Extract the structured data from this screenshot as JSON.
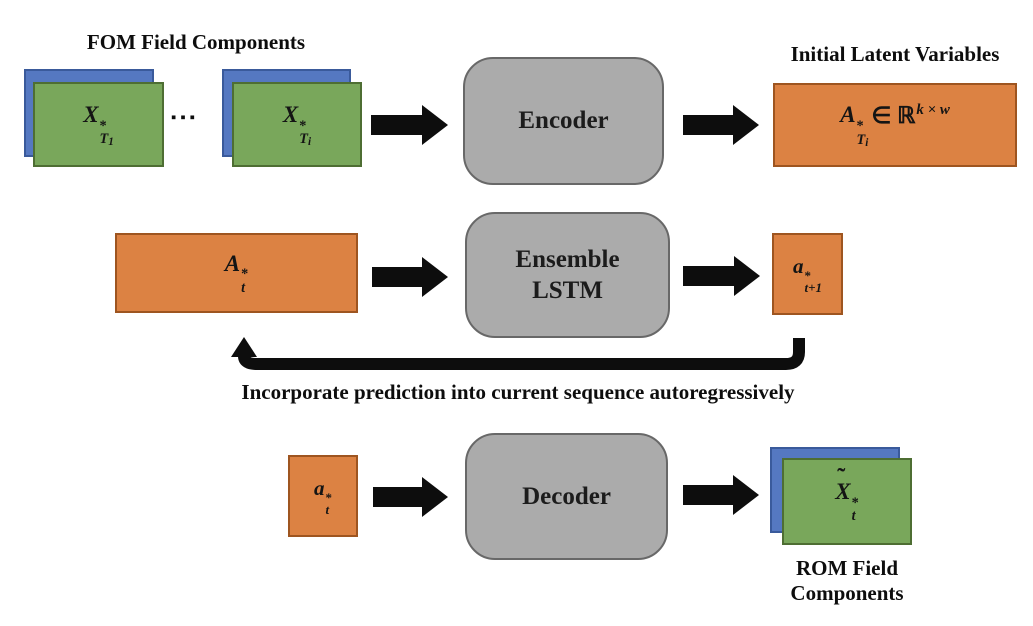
{
  "colors": {
    "orange_fill": "#DC8243",
    "orange_border": "#9E5520",
    "green_fill": "#79A75B",
    "green_border": "#4E6E33",
    "blue_fill": "#5578C1",
    "blue_border": "#3A5A9B",
    "gray_fill": "#ABABAB",
    "gray_border": "#686868",
    "arrow_black": "#0D0D0D"
  },
  "row1": {
    "title_left": "FOM Field Components",
    "title_right": "Initial Latent Variables",
    "ellipsis": "▪▪▪"
  },
  "blocks": {
    "encoder": "Encoder",
    "lstm_line1": "Ensemble",
    "lstm_line2": "LSTM",
    "decoder": "Decoder"
  },
  "math": {
    "x_t1": {
      "base": "X",
      "sup": "*",
      "sub": "T",
      "subsub": "1"
    },
    "x_ti": {
      "base": "X",
      "sup": "*",
      "sub": "T",
      "subsub": "i"
    },
    "a_ti_latent": {
      "base": "A",
      "sup": "*",
      "sub": "T",
      "subsub": "i",
      "mid": "∈ ℝ",
      "exp": "k × w"
    },
    "a_t_sequence": {
      "base": "A",
      "sup": "*",
      "sub": "t"
    },
    "a_t_plus1": {
      "base": "a",
      "sup": "*",
      "sub": "t+1"
    },
    "a_t_small": {
      "base": "a",
      "sup": "*",
      "sub": "t"
    },
    "x_t_rom": {
      "tilde": "˜",
      "base": "X",
      "sup": "*",
      "sub": "t"
    }
  },
  "feedback": {
    "text": "Incorporate prediction into current sequence autoregressively"
  },
  "rom_label": {
    "line1": "ROM Field",
    "line2": "Components"
  }
}
